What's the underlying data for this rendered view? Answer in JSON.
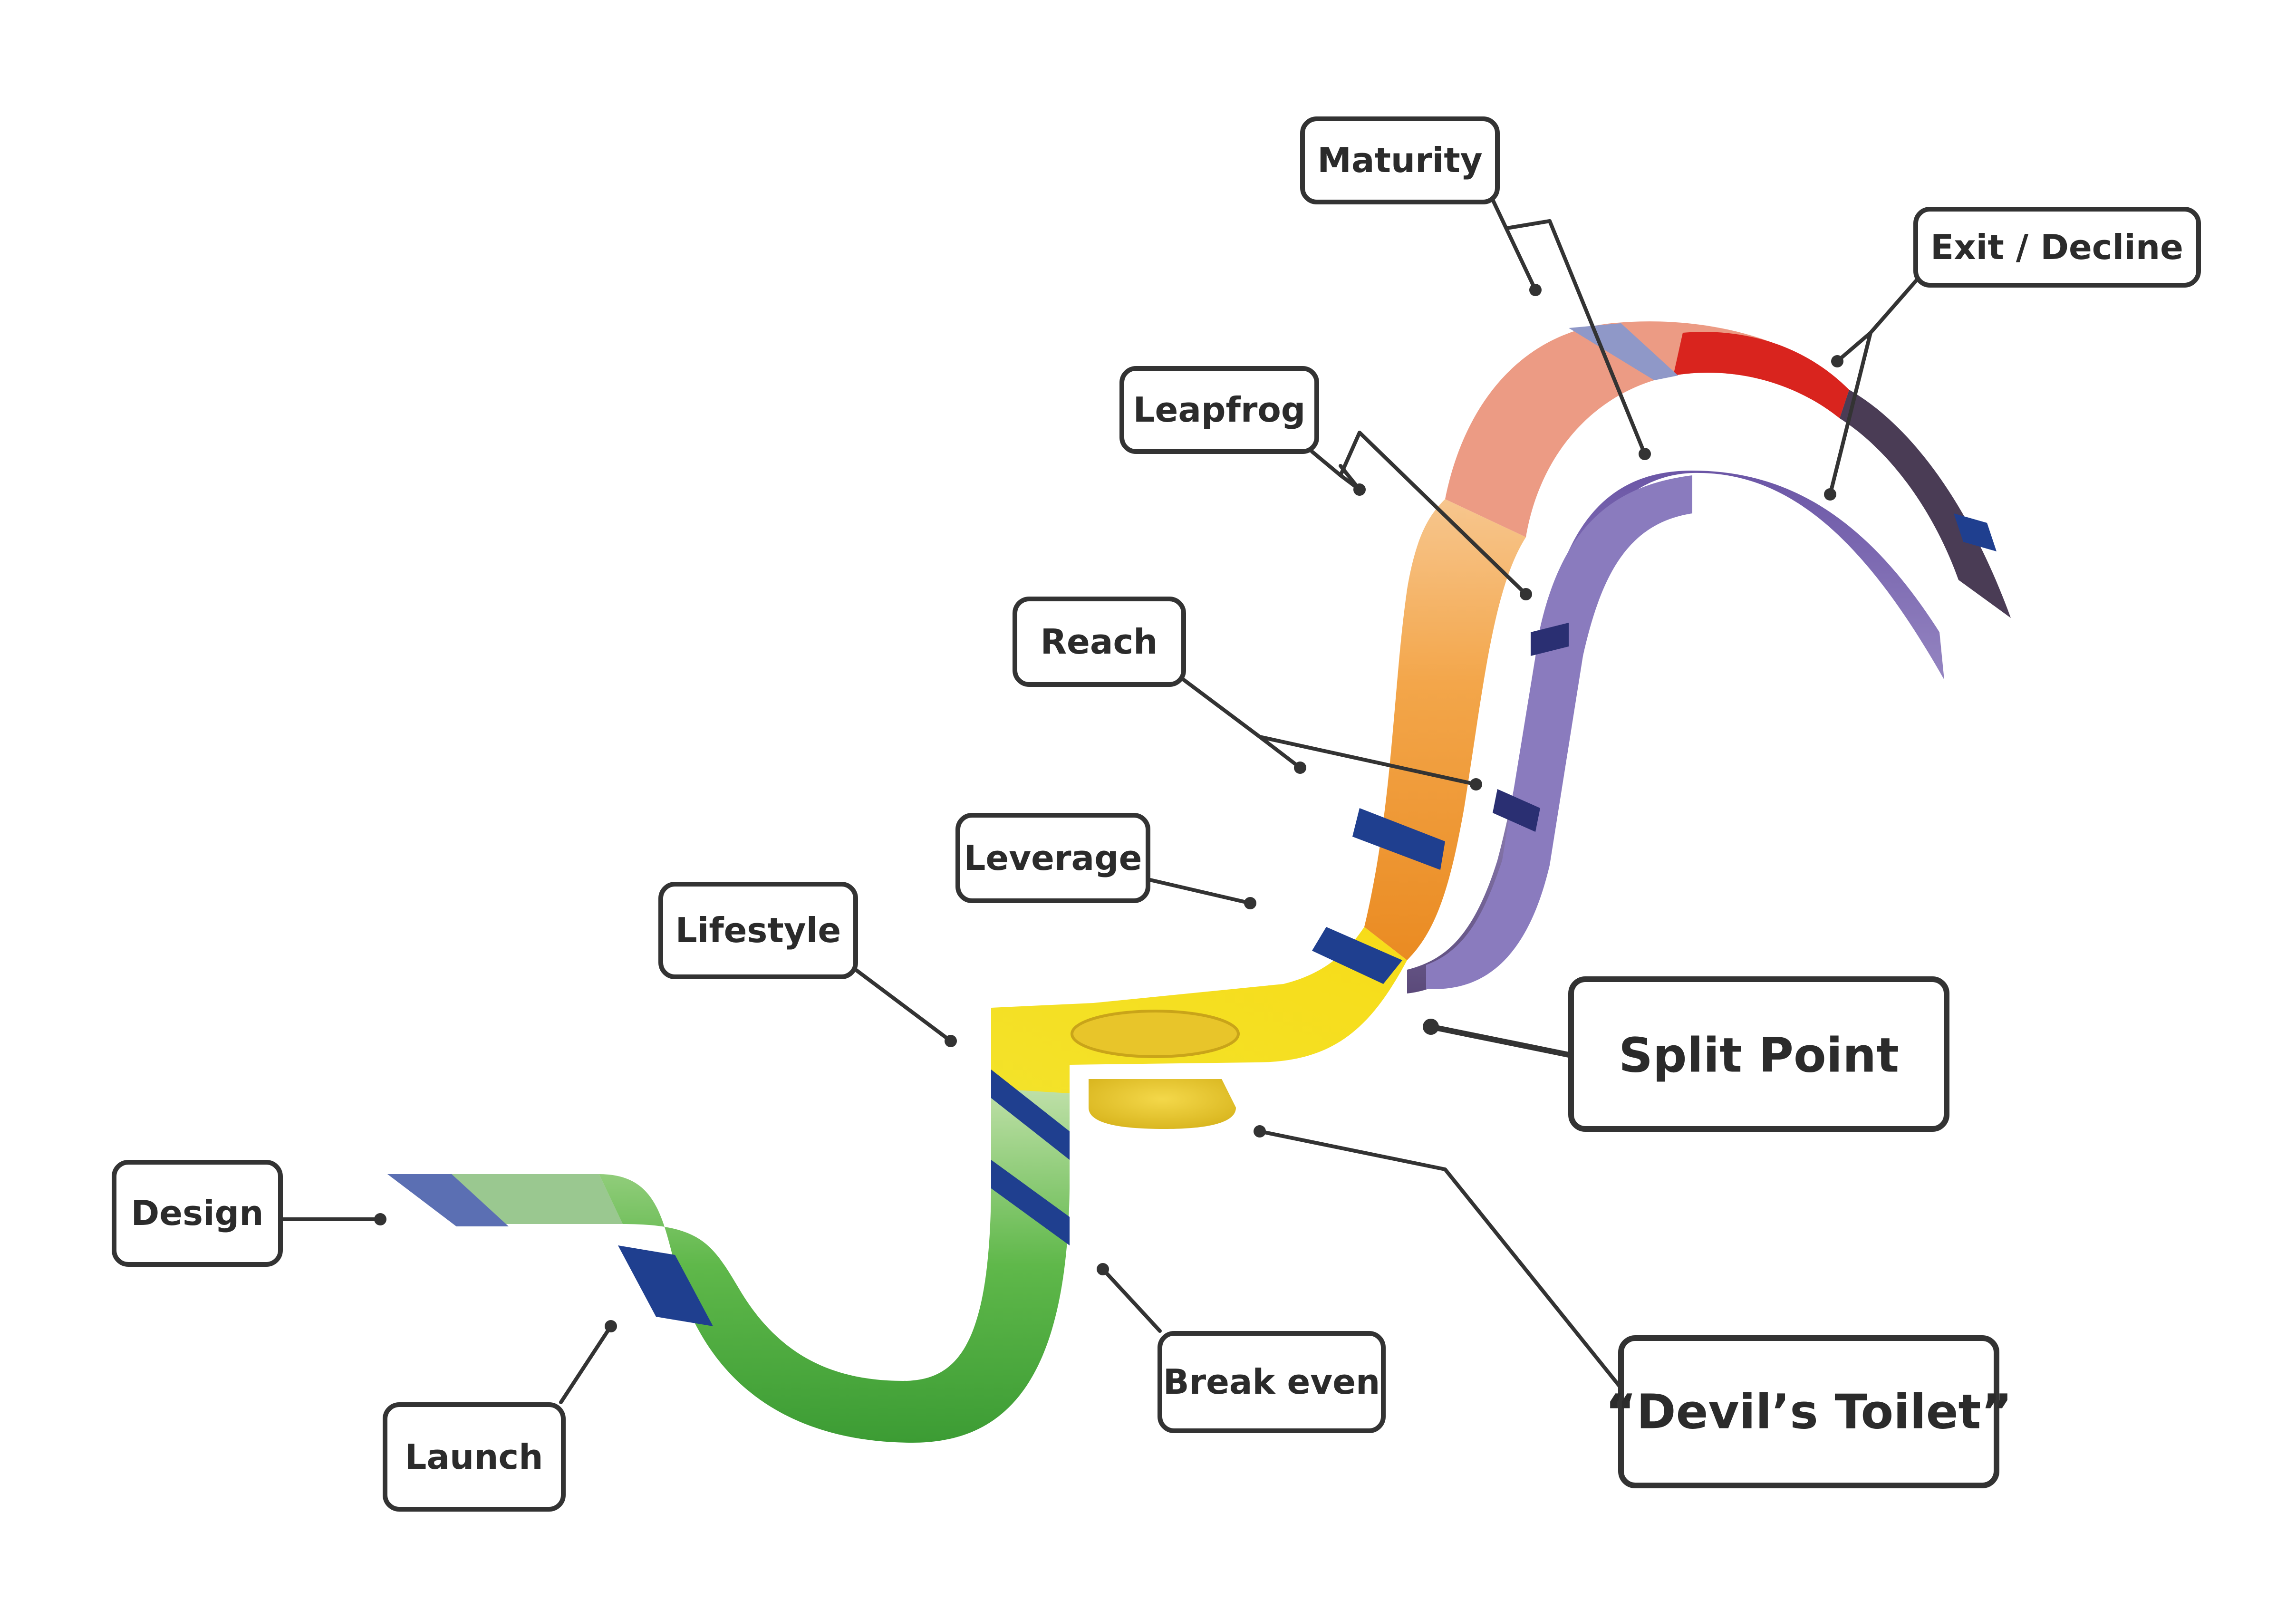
{
  "stages": {
    "design": "Design",
    "launch": "Launch",
    "lifestyle": "Lifestyle",
    "break_even": "Break even",
    "leverage": "Leverage",
    "reach": "Reach",
    "leapfrog": "Leapfrog",
    "maturity": "Maturity",
    "exit_decline": "Exit / Decline",
    "split_point": "Split Point",
    "devils_toilet": "“Devil’s Toilet”"
  },
  "colors": {
    "launch_green": "#4cae3f",
    "lifestyle_yellow": "#f2dd1a",
    "reach_orange": "#ef9528",
    "maturity_salmon": "#ec9b84",
    "maturity_red": "#d9241e",
    "decline_plum": "#4a3c55",
    "split_purple": "#6f5aa8",
    "stripe_blue": "#1f3f8f"
  }
}
